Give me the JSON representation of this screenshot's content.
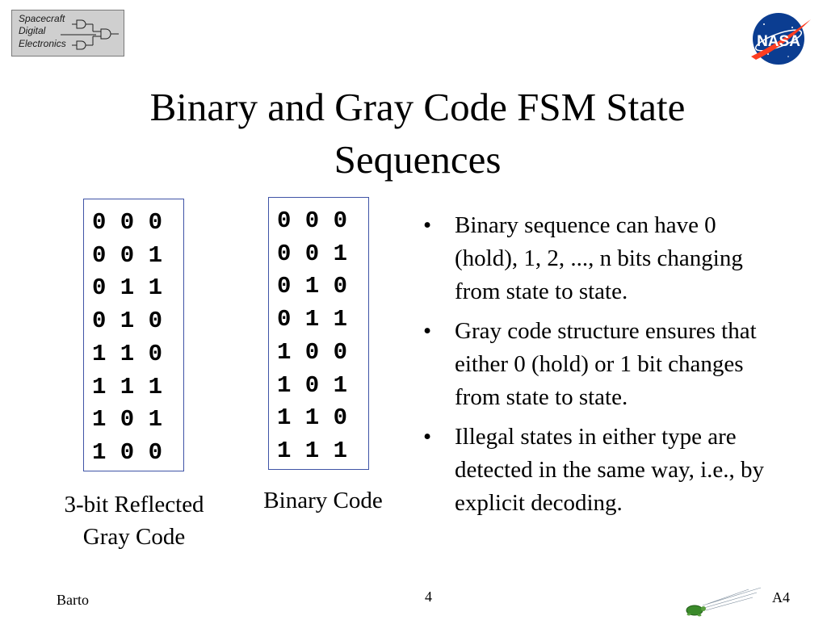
{
  "logo_left": {
    "lines": [
      "Spacecraft",
      "Digital",
      "Electronics"
    ]
  },
  "logo_right": {
    "text": "NASA",
    "colors": {
      "disc": "#0b3d91",
      "swoosh": "#fc3d21",
      "text": "#ffffff"
    }
  },
  "slide": {
    "title_line1": "Binary and Gray Code FSM State",
    "title_line2": "Sequences"
  },
  "gray_code": {
    "rows": [
      "0 0 0",
      "0 0 1",
      "0 1 1",
      "0 1 0",
      "1 1 0",
      "1 1 1",
      "1 0 1",
      "1 0 0"
    ],
    "caption_line1": "3-bit Reflected",
    "caption_line2": "Gray Code"
  },
  "binary_code": {
    "rows": [
      "0 0 0",
      "0 0 1",
      "0 1 0",
      "0 1 1",
      "1 0 0",
      "1 0 1",
      "1 1 0",
      "1 1 1"
    ],
    "caption": "Binary Code"
  },
  "bullets": {
    "marker": "•",
    "items": [
      "Binary sequence can have 0 (hold), 1, 2, ..., n bits changing from state to state.",
      "Gray code structure ensures that either 0 (hold) or 1 bit changes from state to state.",
      "Illegal states in either type are detected in the same way, i.e., by explicit decoding."
    ]
  },
  "footer": {
    "left": "Barto",
    "center": "4",
    "right": "A4"
  },
  "colors": {
    "box_border": "#3f54a6",
    "logo_bg": "#cfcfcf"
  }
}
